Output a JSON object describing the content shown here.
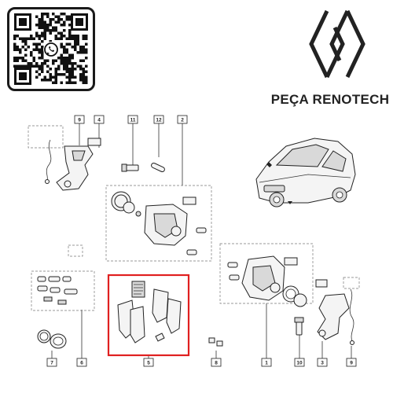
{
  "brand": {
    "name": "PEÇA RENOTECH"
  },
  "qr": {
    "center_icon": "whatsapp-icon"
  },
  "callouts": {
    "c1": "1",
    "c2": "2",
    "c3": "3",
    "c4": "4",
    "c5": "5",
    "c6": "6",
    "c7": "7",
    "c8": "8",
    "c9": "9",
    "c9b": "9",
    "c10": "10",
    "c11": "11",
    "c12": "12"
  },
  "highlight_color": "#e02020"
}
